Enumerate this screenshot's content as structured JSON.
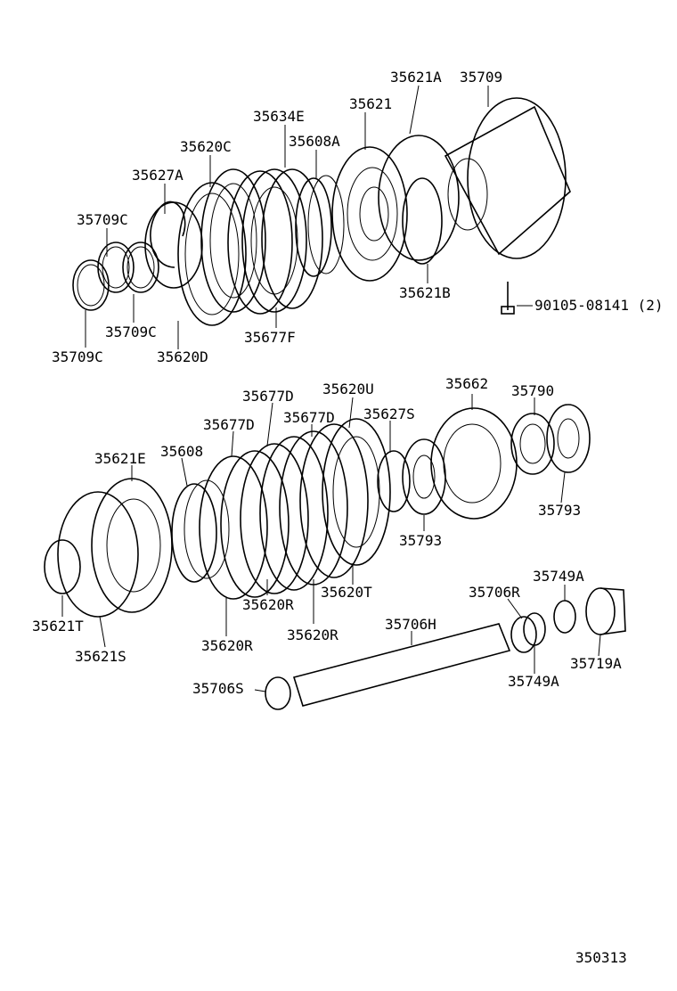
{
  "diagram": {
    "figure_number": "350313",
    "upper_group": {
      "labels": {
        "p35621A": "35621A",
        "p35709": "35709",
        "p35621": "35621",
        "p35634E": "35634E",
        "p35608A": "35608A",
        "p35620C": "35620C",
        "p35627A": "35627A",
        "p35709C_top": "35709C",
        "p35709C_mid": "35709C",
        "p35709C_bot": "35709C",
        "p35620D": "35620D",
        "p35677F": "35677F",
        "p35621B": "35621B",
        "p90105": "90105-08141 (2)"
      }
    },
    "lower_group": {
      "labels": {
        "p35677D_a": "35677D",
        "p35620U": "35620U",
        "p35662": "35662",
        "p35790": "35790",
        "p35677D_b": "35677D",
        "p35677D_c": "35677D",
        "p35627S": "35627S",
        "p35621E": "35621E",
        "p35608": "35608",
        "p35793_a": "35793",
        "p35793_b": "35793",
        "p35620R_a": "35620R",
        "p35620R_b": "35620R",
        "p35620R_c": "35620R",
        "p35620T": "35620T",
        "p35621T": "35621T",
        "p35621S": "35621S",
        "p35749A_a": "35749A",
        "p35749A_b": "35749A",
        "p35706R": "35706R",
        "p35706H": "35706H",
        "p35706S": "35706S",
        "p35719A": "35719A"
      }
    }
  }
}
